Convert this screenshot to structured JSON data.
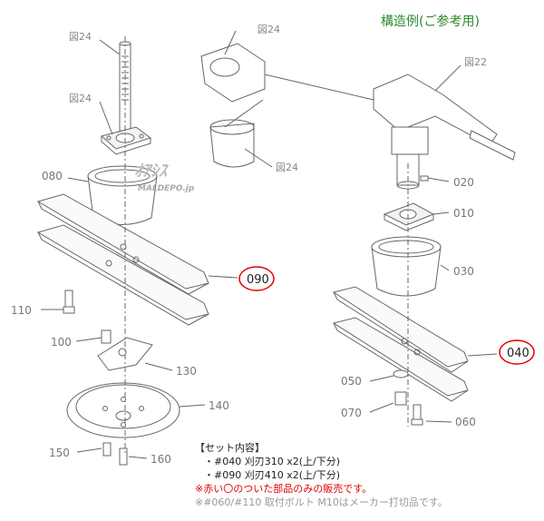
{
  "title": "構造例(ご参考用)",
  "colors": {
    "title": "#2d8a2d",
    "highlight_circle": "#e00000",
    "note_red": "#e00000",
    "note_grey": "#999999",
    "line": "#666666"
  },
  "watermark": {
    "line1": "ｵｱｼｽ",
    "line2": "MALDEPO.jp"
  },
  "references": {
    "fig24_a": "図24",
    "fig24_b": "図24",
    "fig24_c": "図24",
    "fig24_d": "図24",
    "fig22": "図22"
  },
  "left_parts": {
    "p080": "080",
    "p090": "090",
    "p110": "110",
    "p100": "100",
    "p130": "130",
    "p140": "140",
    "p150": "150",
    "p160": "160"
  },
  "right_parts": {
    "p020": "020",
    "p010": "010",
    "p030": "030",
    "p040": "040",
    "p050": "050",
    "p070": "070",
    "p060": "060"
  },
  "notes": {
    "header": "【セット内容】",
    "line1": "・#040 刈刃310 x2(上/下分)",
    "line2": "・#090 刈刃410 x2(上/下分)",
    "red": "※赤い〇のついた部品のみの販売です。",
    "grey": "※#060/#110 取付ボルト M10はメーカー打切品です。"
  }
}
